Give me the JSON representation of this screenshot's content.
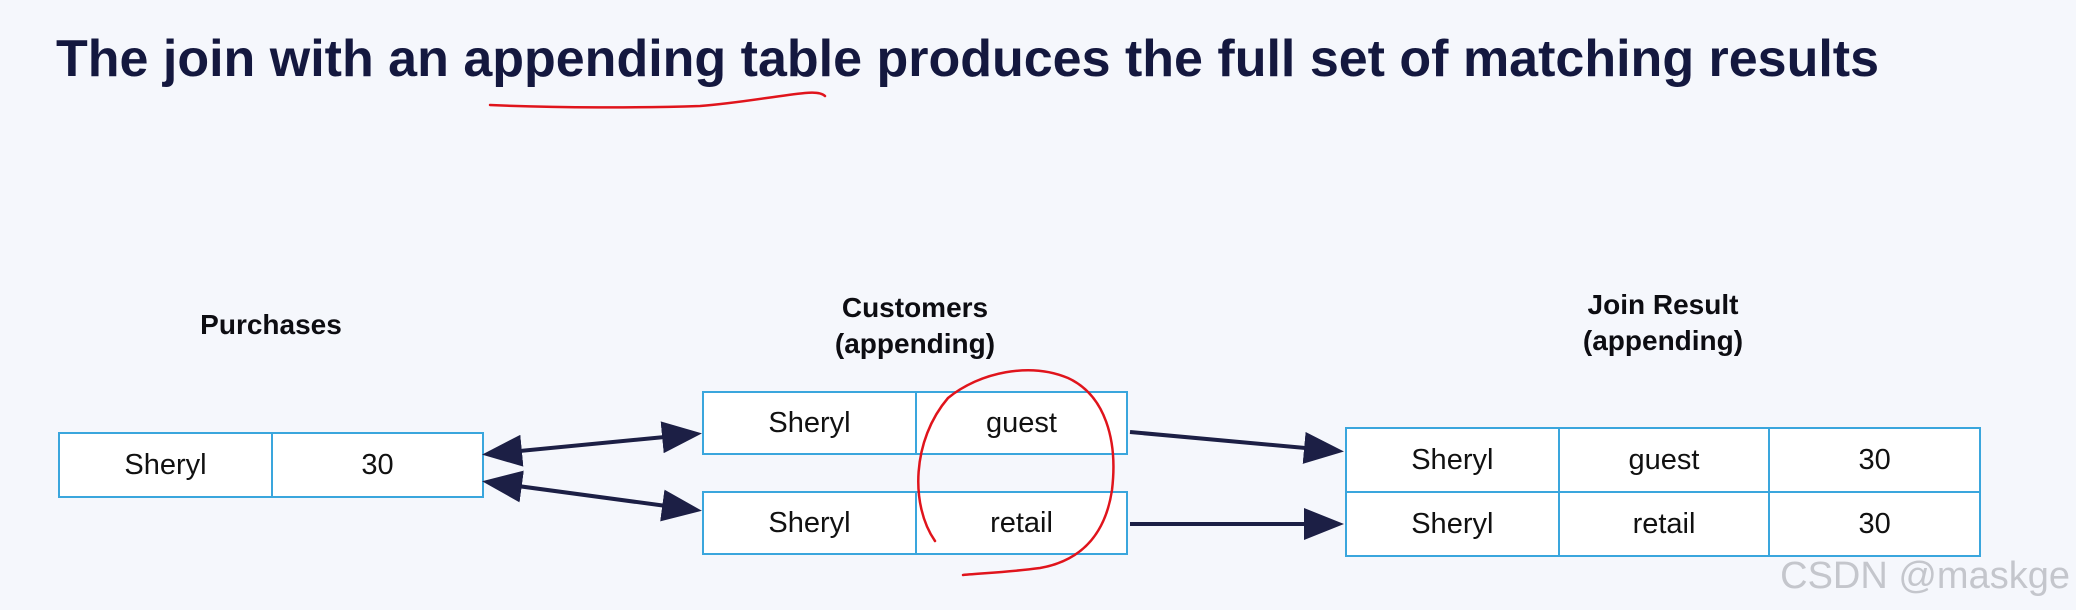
{
  "title": "The join with an appending table produces the full set of matching results",
  "tables": {
    "purchases": {
      "label": "Purchases",
      "rows": [
        [
          "Sheryl",
          "30"
        ]
      ]
    },
    "customers": {
      "label_line1": "Customers",
      "label_line2": "(appending)",
      "rows": [
        [
          "Sheryl",
          "guest"
        ],
        [
          "Sheryl",
          "retail"
        ]
      ]
    },
    "join_result": {
      "label_line1": "Join Result",
      "label_line2": "(appending)",
      "rows": [
        [
          "Sheryl",
          "guest",
          "30"
        ],
        [
          "Sheryl",
          "retail",
          "30"
        ]
      ]
    }
  },
  "colors": {
    "title": "#14183f",
    "cell_border": "#3aa6dd",
    "arrow": "#1c1f45",
    "annotation": "#e0141c",
    "background": "#f5f7fc"
  },
  "watermark": "CSDN @maskge"
}
